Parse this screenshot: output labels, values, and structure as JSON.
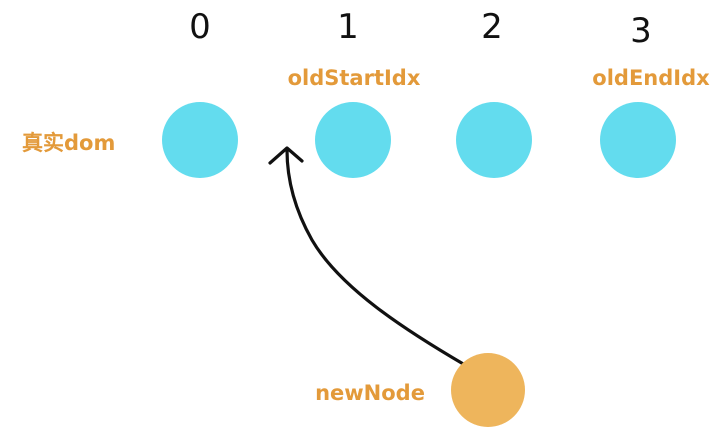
{
  "diagram": {
    "indices": [
      "0",
      "1",
      "2",
      "3"
    ],
    "pointers": {
      "old_start": "oldStartIdx",
      "old_end": "oldEndIdx"
    },
    "real_dom_label": "真实dom",
    "new_node_label": "newNode"
  },
  "colors": {
    "dom_node": "#63dcee",
    "new_node": "#eeb55c",
    "label": "#e39a3a",
    "stroke": "#111111"
  }
}
